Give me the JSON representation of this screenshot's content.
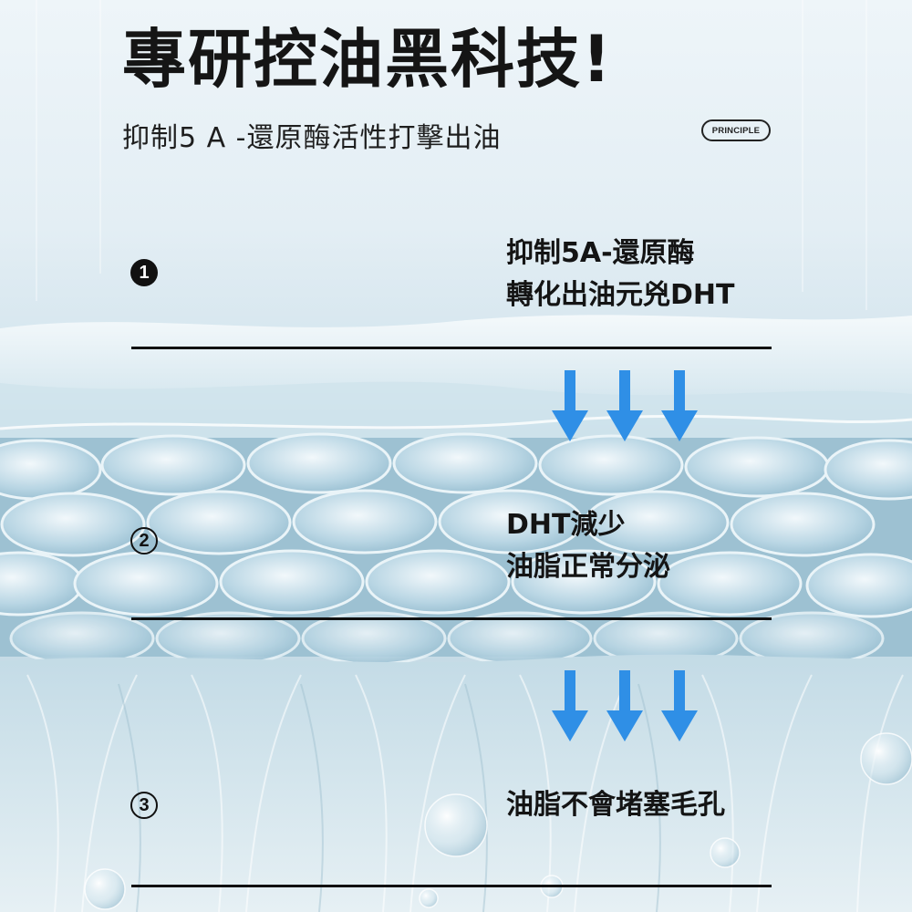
{
  "header": {
    "title": "專研控油黑科技!",
    "subtitle": "抑制5 A -還原酶活性打擊出油",
    "badge": "PRINCIPLE"
  },
  "steps": [
    {
      "number": "1",
      "lines": [
        "抑制5A-還原酶",
        "轉化出油元兇DHT"
      ]
    },
    {
      "number": "2",
      "lines": [
        "DHT減少",
        "油脂正常分泌"
      ]
    },
    {
      "number": "3",
      "lines": [
        "油脂不會堵塞毛孔"
      ]
    }
  ],
  "colors": {
    "arrow": "#2f8fe6",
    "text": "#141414",
    "divider": "#111111"
  }
}
